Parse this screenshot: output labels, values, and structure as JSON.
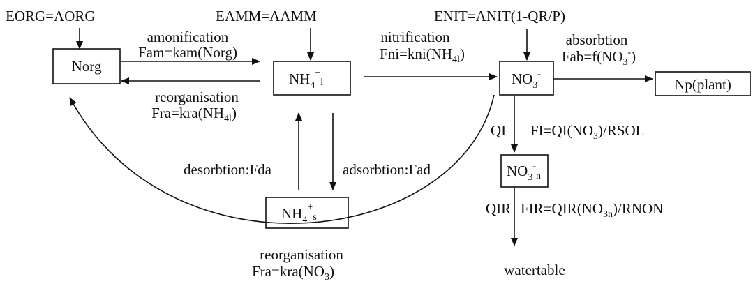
{
  "inputs": {
    "eorg": "EORG=AORG",
    "eamm": "EAMM=AAMM",
    "enit": "ENIT=ANIT(1-QR/P)"
  },
  "nodes": {
    "norg": "Norg",
    "nh4l": {
      "base": "NH",
      "sub": "4",
      "sup": "+",
      "sub2": "l"
    },
    "no3": {
      "base": "NO",
      "sub": "3",
      "sup": "-"
    },
    "np": "Np(plant)",
    "nh4s": {
      "base": "NH",
      "sub": "4",
      "sup": "+",
      "sub2": "s"
    },
    "no3n": {
      "base": "NO",
      "sub": "3",
      "sup": "-",
      "sub2": "n"
    }
  },
  "flows": {
    "amonification": {
      "name": "amonification",
      "formula": "Fam=kam(Norg)"
    },
    "reorg1": {
      "name": "reorganisation",
      "formula_pre": "Fra=kra(NH",
      "formula_sub": "4l",
      "formula_post": ")"
    },
    "nitrification": {
      "name": "nitrification",
      "formula_pre": "Fni=kni(NH",
      "formula_sub": "4l",
      "formula_post": ")"
    },
    "absorption": {
      "name": "absorbtion",
      "formula_pre": "Fab=f(NO",
      "formula_sub": "3",
      "formula_sup": "-",
      "formula_post": ")"
    },
    "leach1": {
      "name": "QI",
      "formula_pre": "FI=QI(NO",
      "formula_sub": "3",
      "formula_post": ")/RSOL"
    },
    "desorption": "desorbtion:Fda",
    "adsorption": "adsorbtion:Fad",
    "leach2": {
      "name": "QIR",
      "formula_pre": "FIR=QIR(NO",
      "formula_sub": "3n",
      "formula_post": ")/RNON"
    },
    "reorg2": {
      "name": "reorganisation",
      "formula_pre": "Fra=kra(NO",
      "formula_sub": "3",
      "formula_post": ")"
    }
  },
  "sink": "watertable"
}
